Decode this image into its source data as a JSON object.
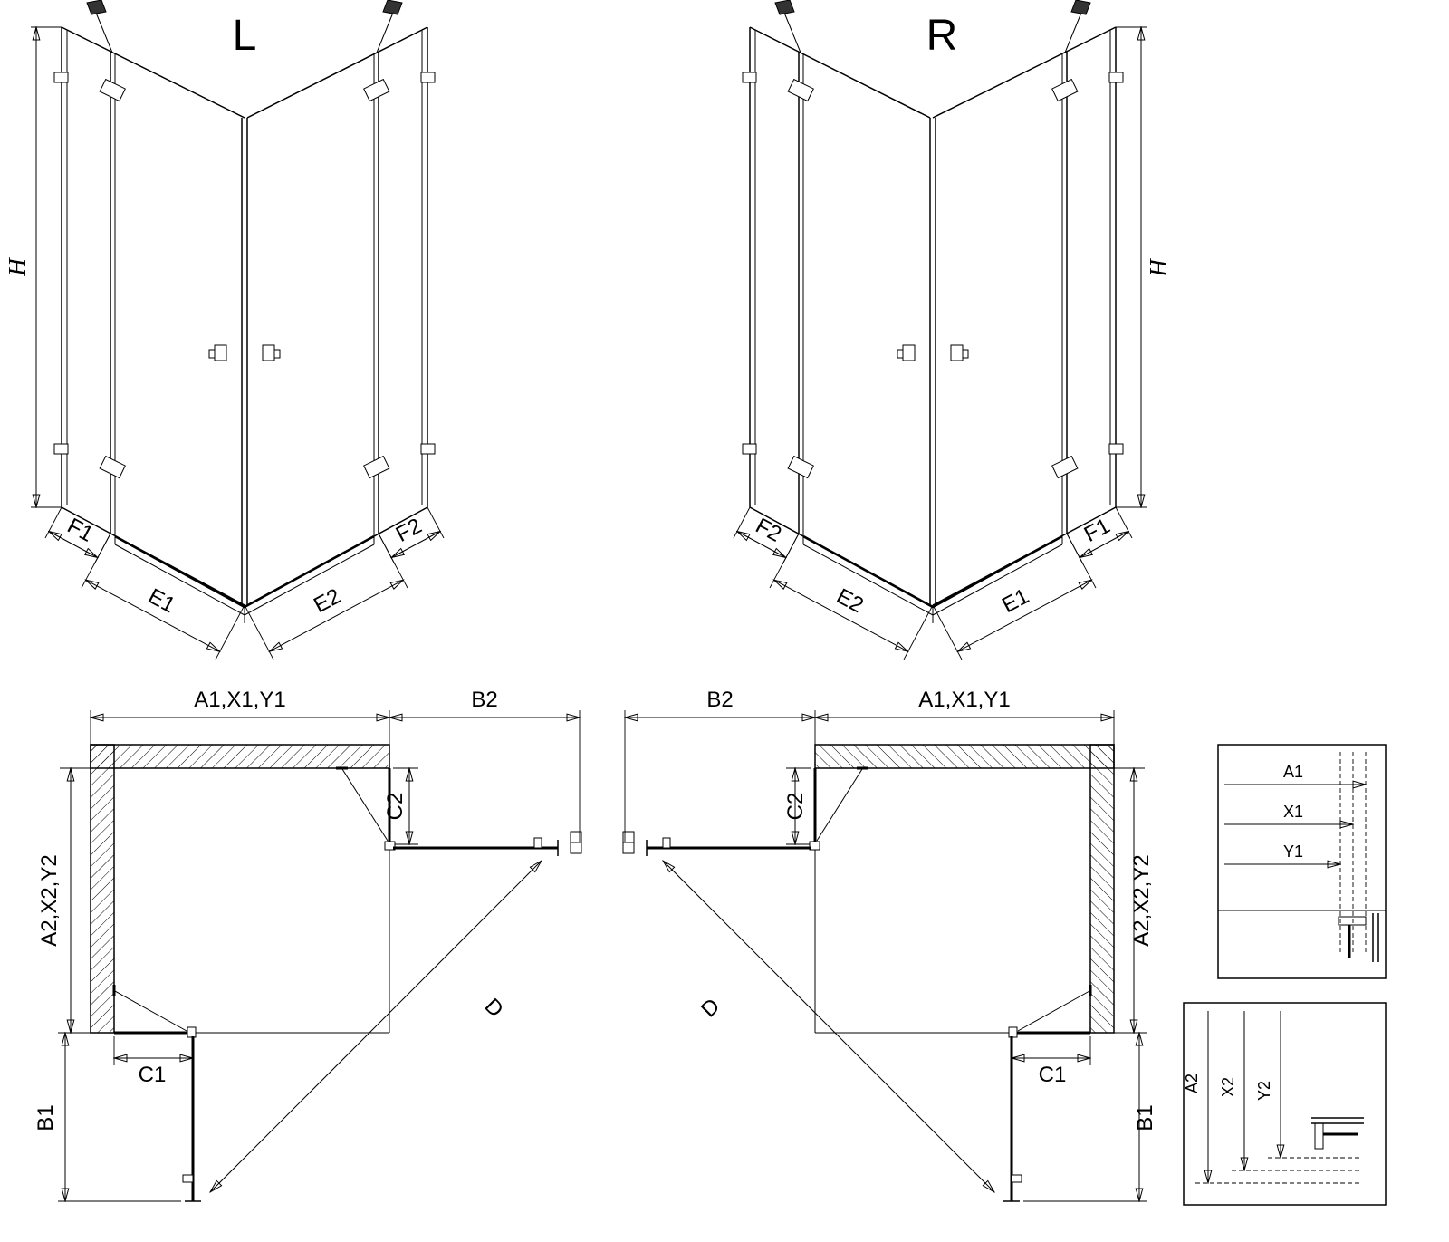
{
  "colors": {
    "line": "#000000",
    "background": "#ffffff"
  },
  "view3d_left": {
    "title": "L",
    "h": "H",
    "f1": "F1",
    "e1": "E1",
    "e2": "E2",
    "f2": "F2"
  },
  "view3d_right": {
    "title": "R",
    "h": "H",
    "f1": "F1",
    "e1": "E1",
    "e2": "E2",
    "f2": "F2"
  },
  "plan_left": {
    "width": "A1,X1,Y1",
    "b2": "B2",
    "depth": "A2,X2,Y2",
    "c2": "C2",
    "c1": "C1",
    "b1": "B1",
    "d": "D"
  },
  "plan_right": {
    "width": "A1,X1,Y1",
    "b2": "B2",
    "depth": "A2,X2,Y2",
    "c2": "C2",
    "c1": "C1",
    "b1": "B1",
    "d": "D"
  },
  "detail_top": {
    "a1": "A1",
    "x1": "X1",
    "y1": "Y1"
  },
  "detail_bottom": {
    "a2": "A2",
    "x2": "X2",
    "y2": "Y2"
  }
}
